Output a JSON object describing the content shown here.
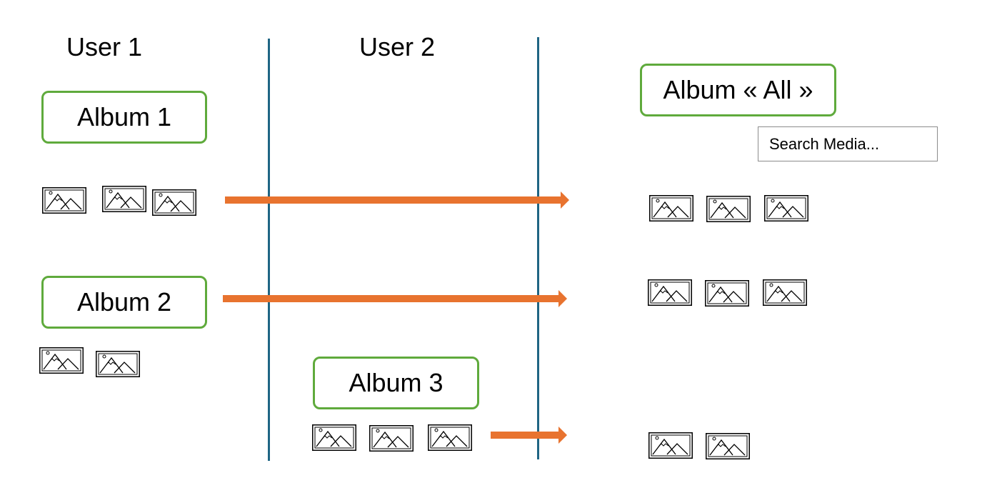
{
  "columns": {
    "user1_label": "User 1",
    "user2_label": "User 2"
  },
  "albums": {
    "album1": "Album 1",
    "album2": "Album 2",
    "album3": "Album 3",
    "album_all": "Album « All »"
  },
  "search": {
    "placeholder": "Search Media..."
  },
  "icons": {
    "thumbnail": "image-thumbnail-icon"
  },
  "colors": {
    "album_border": "#5faa3c",
    "arrow": "#e8732f",
    "divider": "#1f6584"
  },
  "groups": {
    "album1_media_count": 3,
    "album2_media_count": 2,
    "album3_media_count": 3,
    "all_row1_count": 3,
    "all_row2_count": 3,
    "all_row3_count": 2
  }
}
